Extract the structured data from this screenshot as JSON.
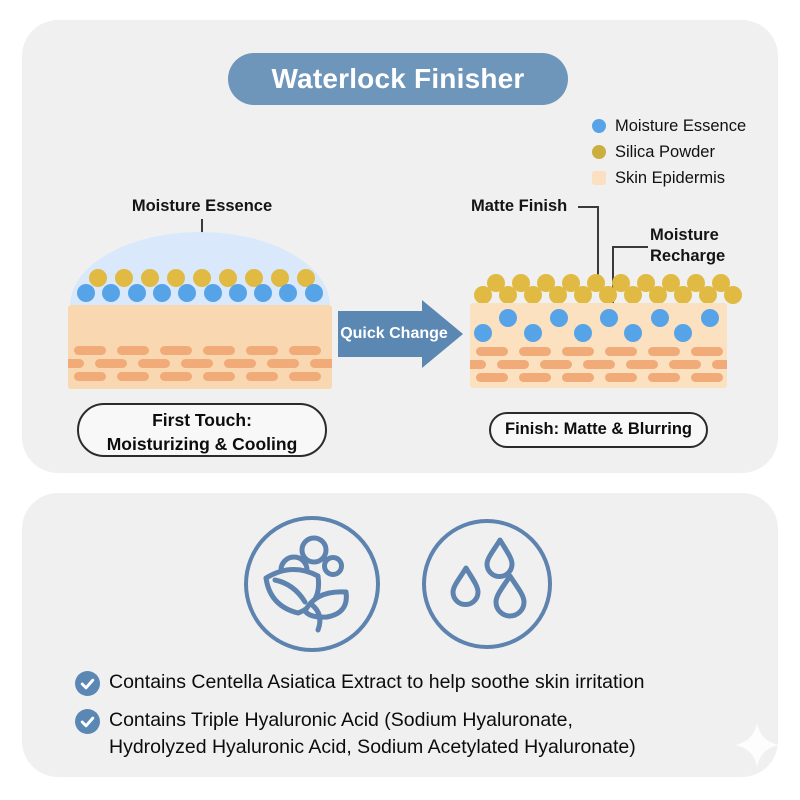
{
  "title": "Waterlock Finisher",
  "legend": {
    "items": [
      {
        "label": "Moisture Essence",
        "marker": "circle",
        "color": "#57a3e8"
      },
      {
        "label": "Silica Powder",
        "marker": "circle",
        "color": "#ccae3e"
      },
      {
        "label": "Skin Epidermis",
        "marker": "square",
        "color": "#fadfc0"
      }
    ]
  },
  "before_diagram": {
    "label": "Moisture Essence",
    "caption_lines": [
      "First Touch:",
      "Moisturizing & Cooling"
    ]
  },
  "transition": {
    "arrow_label": "Quick Change"
  },
  "after_diagram": {
    "label_matte": "Matte Finish",
    "label_recharge_lines": [
      "Moisture",
      "Recharge"
    ],
    "caption": "Finish: Matte & Blurring"
  },
  "benefits": {
    "icons": [
      "centella-leaf-icon",
      "hydration-drops-icon"
    ],
    "items": [
      {
        "lines": [
          "Contains Centella Asiatica Extract to help soothe skin irritation"
        ]
      },
      {
        "lines": [
          "Contains Triple Hyaluronic Acid (Sodium Hyaluronate,",
          "Hydrolyzed Hyaluronic Acid, Sodium Acetylated Hyaluronate)"
        ]
      }
    ]
  },
  "colors": {
    "panel_bg": "#f0f0f1",
    "title_pill_bg": "#6e95ba",
    "arrow_bg": "#5b87b3",
    "moisture_blue": "#57a3e8",
    "silica_yellow": "#e0ba42",
    "silica_yellow_legend": "#ccae3e",
    "epidermis_light": "#f9d8b1",
    "epidermis_light_after": "#fbe1c0",
    "epidermis_cell": "#f0ab79",
    "dome_blue": "#d9e9fb",
    "icon_outline_blue": "#5d83ae",
    "check_blue": "#5b87b5",
    "pin_dark": "#333333",
    "text_dark": "#141414"
  }
}
